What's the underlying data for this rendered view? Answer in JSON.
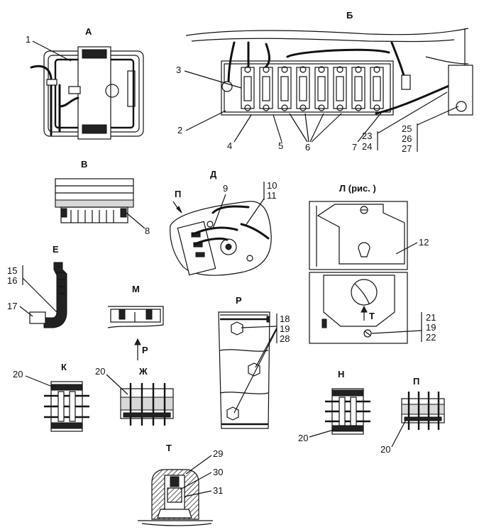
{
  "views": {
    "A": "А",
    "B": "Б",
    "V": "В",
    "D": "Д",
    "L": "Л (рис. )",
    "E": "Е",
    "M": "М",
    "R": "Р",
    "K": "К",
    "ZH": "Ж",
    "N": "Н",
    "P": "П",
    "T": "Т"
  },
  "arrows": {
    "P_arrow": "П",
    "R_arrow": "Р",
    "T_arrow": "Т"
  },
  "callouts": {
    "n1": "1",
    "n2": "2",
    "n3": "3",
    "n4": "4",
    "n5": "5",
    "n6": "6",
    "n7": "7",
    "n8": "8",
    "n9": "9",
    "n10": "10",
    "n11": "11",
    "n12": "12",
    "n15": "15",
    "n16": "16",
    "n17": "17",
    "n18": "18",
    "n19a": "19",
    "n28": "28",
    "n20_k": "20",
    "n20_zh": "20",
    "n20_n": "20",
    "n20_p": "20",
    "n21": "21",
    "n19b": "19",
    "n22": "22",
    "n23": "23",
    "n24": "24",
    "n25": "25",
    "n26": "26",
    "n27": "27",
    "n29": "29",
    "n30": "30",
    "n31": "31"
  }
}
